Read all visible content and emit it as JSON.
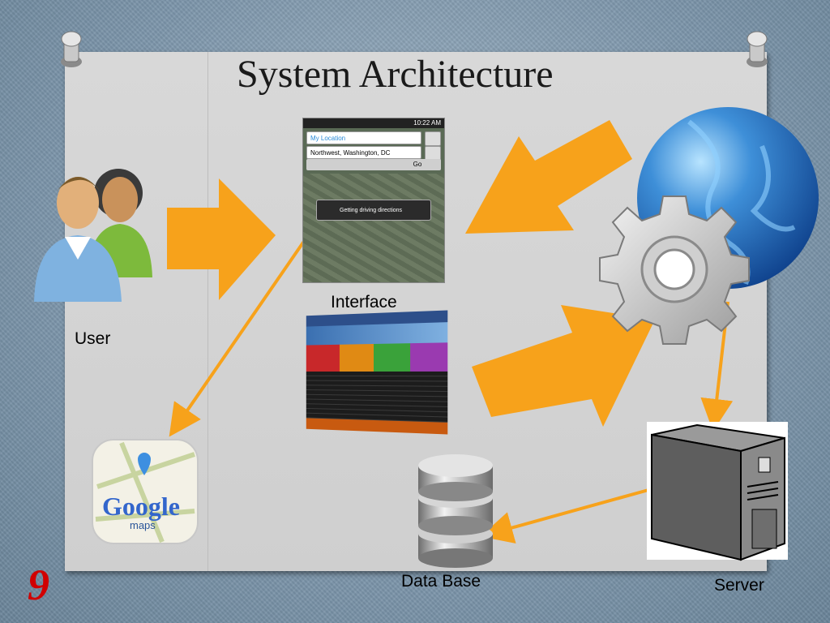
{
  "slide": {
    "title": "System Architecture",
    "page_number": "9"
  },
  "nodes": {
    "user": "User",
    "interface": "Interface",
    "database": "Data Base",
    "server": "Server"
  },
  "phone_screen": {
    "status_time": "10:22 AM",
    "field_location": "My Location",
    "field_destination": "Northwest, Washington, DC",
    "go_label": "Go",
    "toast": "Getting driving directions"
  },
  "google_maps_icon": {
    "logo_text": "Google",
    "sub_text": "maps"
  },
  "colors": {
    "arrow": "#f7a21b",
    "page_number": "#d10000"
  }
}
